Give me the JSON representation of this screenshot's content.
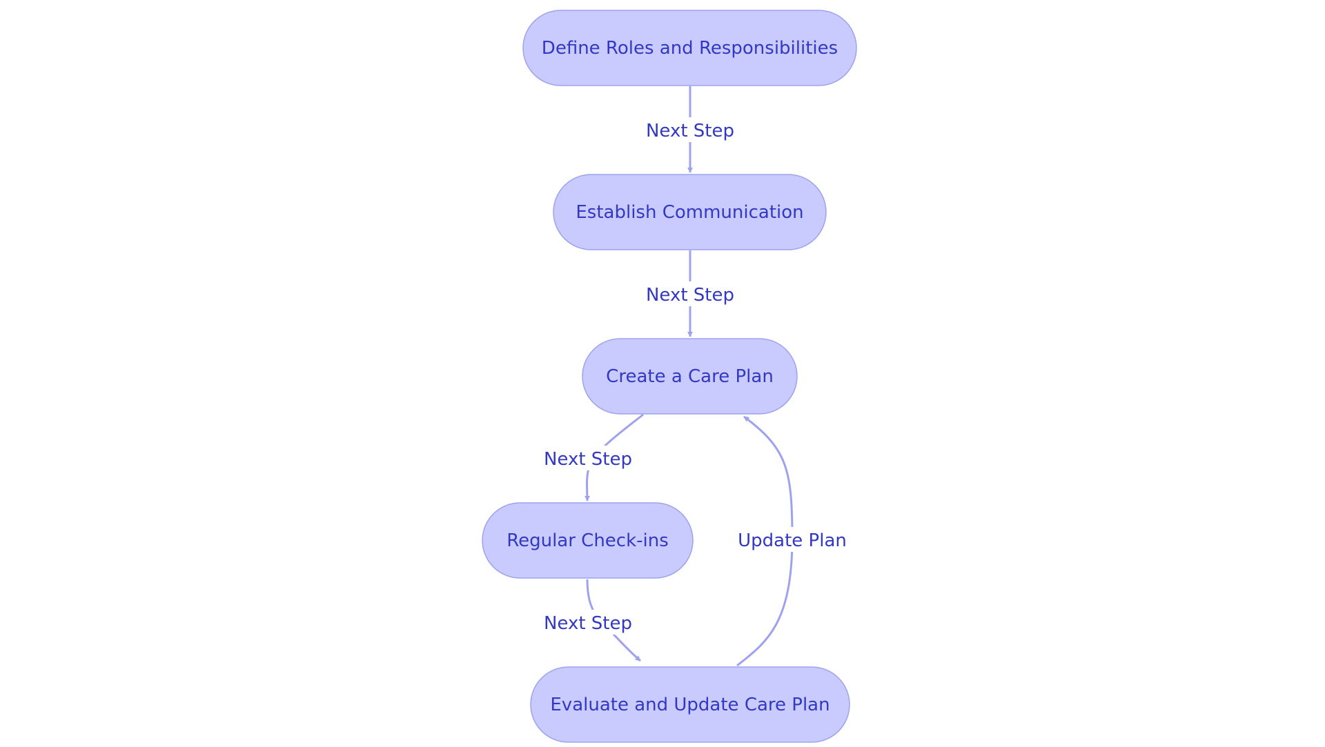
{
  "colors": {
    "node_fill": "#c9cbff",
    "node_stroke": "#9ea2ee",
    "edge_stroke": "#9ea2ee",
    "text": "#3338c4",
    "background": "#ffffff"
  },
  "nodes": [
    {
      "id": "define-roles",
      "label": "Define Roles and Responsibilities"
    },
    {
      "id": "establish-communication",
      "label": "Establish Communication"
    },
    {
      "id": "create-care-plan",
      "label": "Create a Care Plan"
    },
    {
      "id": "regular-checkins",
      "label": "Regular Check-ins"
    },
    {
      "id": "evaluate-update",
      "label": "Evaluate and Update Care Plan"
    }
  ],
  "edges": [
    {
      "from": "define-roles",
      "to": "establish-communication",
      "label": "Next Step"
    },
    {
      "from": "establish-communication",
      "to": "create-care-plan",
      "label": "Next Step"
    },
    {
      "from": "create-care-plan",
      "to": "regular-checkins",
      "label": "Next Step"
    },
    {
      "from": "regular-checkins",
      "to": "evaluate-update",
      "label": "Next Step"
    },
    {
      "from": "evaluate-update",
      "to": "create-care-plan",
      "label": "Update Plan"
    }
  ]
}
